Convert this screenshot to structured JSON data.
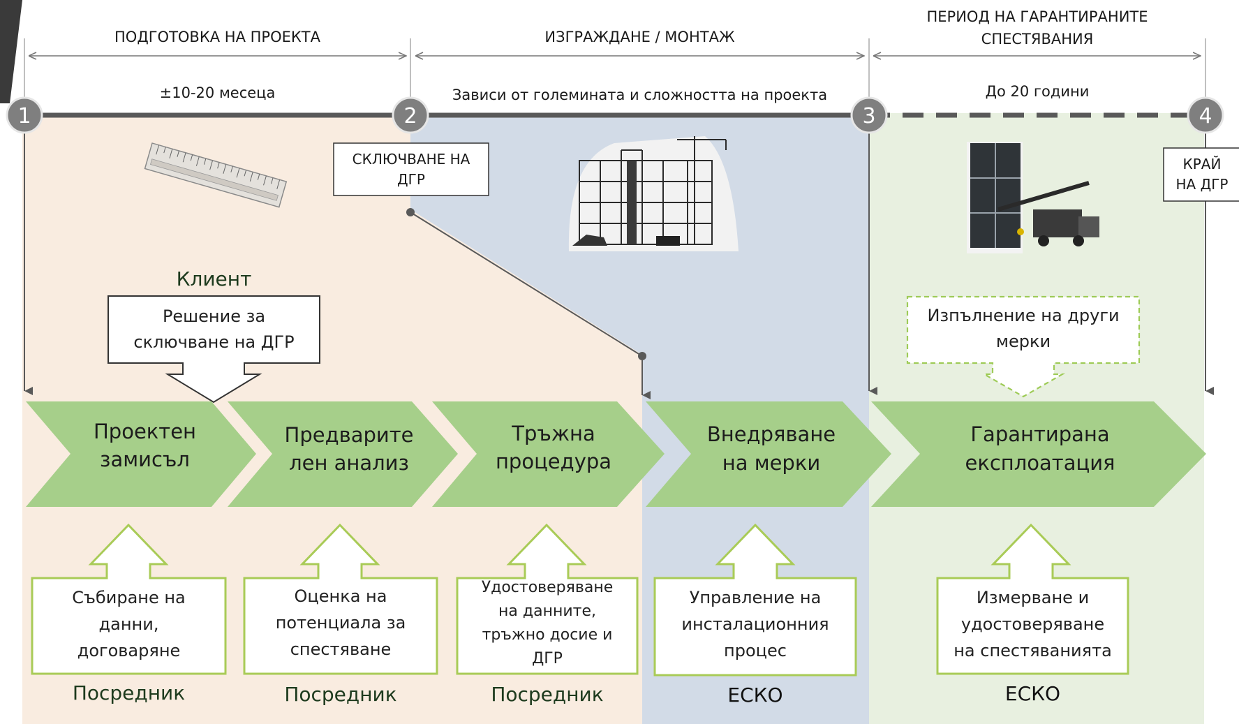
{
  "phases": [
    {
      "header": "ПОДГОТОВКА НА ПРОЕКТА",
      "duration": "±10-20 месеца"
    },
    {
      "header": "ИЗГРАЖДАНЕ / МОНТАЖ",
      "duration": "Зависи от големината и сложността на проекта"
    },
    {
      "header_line1": "ПЕРИОД НА ГАРАНТИРАНИТЕ",
      "header_line2": "СПЕСТЯВАНИЯ",
      "duration": "До 20 години"
    }
  ],
  "milestones": [
    "1",
    "2",
    "3",
    "4"
  ],
  "milestone_notes": {
    "contract_line1": "СКЛЮЧВАНЕ НА",
    "contract_line2": "ДГР",
    "end_line1": "КРАЙ",
    "end_line2": "НА ДГР"
  },
  "client": {
    "label": "Клиент",
    "decision_line1": "Решение за",
    "decision_line2": "сключване на ДГР"
  },
  "other_measures": {
    "line1": "Изпълнение на други",
    "line2": "мерки"
  },
  "stages": [
    {
      "line1": "Проектен",
      "line2": "замисъл"
    },
    {
      "line1": "Предварите",
      "line2": "лен анализ"
    },
    {
      "line1": "Тръжна",
      "line2": "процедура"
    },
    {
      "line1": "Внедряване",
      "line2": "на мерки"
    },
    {
      "line1": "Гарантирана",
      "line2": "експлоатация"
    }
  ],
  "activities": [
    {
      "lines": [
        "Събиране на",
        "данни,",
        "договаряне"
      ],
      "role": "Посредник"
    },
    {
      "lines": [
        "Оценка на",
        "потенциала за",
        "спестяване"
      ],
      "role": "Посредник"
    },
    {
      "lines": [
        "Удостоверяване",
        "на данните,",
        "тръжно досие и",
        "ДГР"
      ],
      "role": "Посредник"
    },
    {
      "lines": [
        "Управление на",
        "инсталационния",
        "процес"
      ],
      "role": "ЕСКО"
    },
    {
      "lines": [
        "Измерване и",
        "удостоверяване",
        "на спестяванията"
      ],
      "role": "ЕСКО"
    }
  ],
  "colors": {
    "prep_bg": "#f9ece0",
    "build_bg": "#d2dbe7",
    "guarantee_bg": "#e8f0e0",
    "chevron": "#a6cf8a",
    "outline_green": "#a9cb57",
    "timeline": "#595959",
    "milestone": "#7f7f7f"
  }
}
